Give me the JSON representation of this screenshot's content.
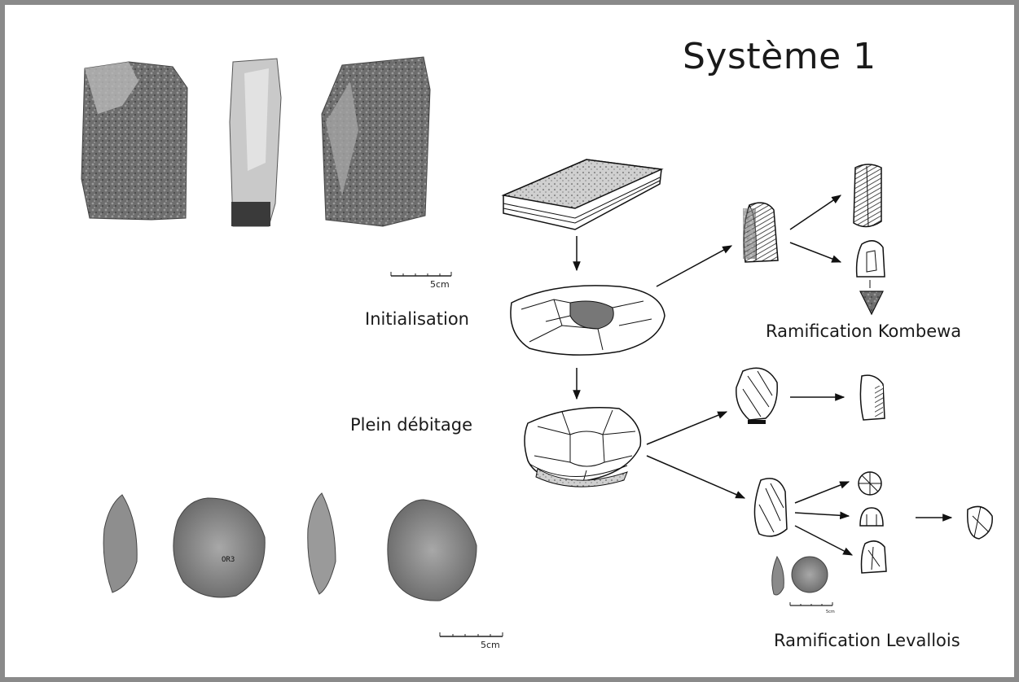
{
  "title": "Système 1",
  "labels": {
    "initialisation": "Initialisation",
    "plein_debitage": "Plein débitage",
    "ramification_kombewa": "Ramification Kombewa",
    "ramification_levallois": "Ramification Levallois"
  },
  "scale_bars": {
    "top": "5cm",
    "bottom": "5cm",
    "small": "5cm"
  },
  "colors": {
    "frame": "#8a8a8a",
    "stone_dark": "#5a5a5a",
    "stone_mid": "#8c8c8c",
    "stone_light": "#c8c8c8"
  }
}
